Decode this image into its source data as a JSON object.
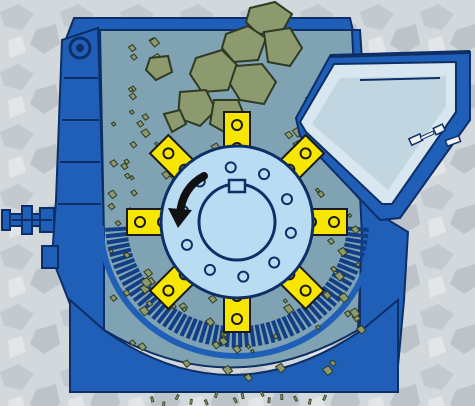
{
  "diagram": {
    "palette": {
      "background_rock": "#cfd4d8",
      "background_rock_dark": "#b3bac0",
      "housing_blue": "#1f5fb8",
      "housing_blue_dark": "#123e85",
      "chamber_fill": "#7fa3b3",
      "rotor_light": "#b9dcf2",
      "hammer_yellow": "#f7e600",
      "rock_green": "#8d9a6e",
      "rock_green_dark": "#5c6a44",
      "bolt_white": "#f2f2f2"
    },
    "icons": {
      "rotation": "curved-arrow-counterclockwise",
      "falling_rock": "rock-chunk",
      "bolt": "hex-bolt"
    },
    "hammers": {
      "count": 8
    },
    "rotor_bolts": {
      "count": 10
    },
    "grate_bars": {
      "count": 60
    }
  }
}
